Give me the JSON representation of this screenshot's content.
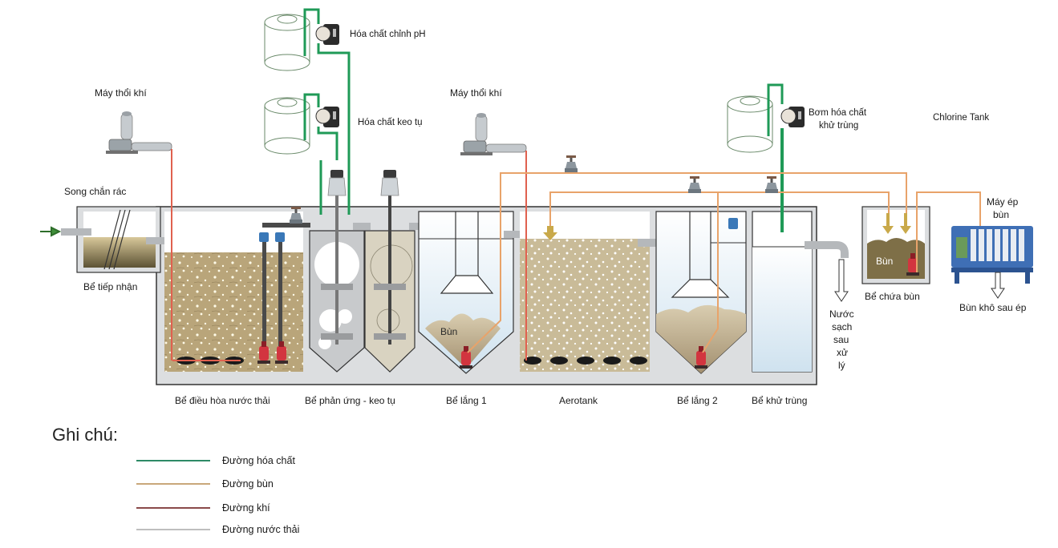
{
  "title": "Sơ đồ quy trình xử lý nước thải",
  "colors": {
    "chemical_line": "#1f9a57",
    "sludge_line": "#e8a36a",
    "air_line": "#e0614f",
    "wastewater_line": "#a8a8a8",
    "tank_wall": "#d9dadb",
    "water_blue": "#dbe9f3",
    "sludge": "#8c7a55"
  },
  "equipment": {
    "blower_1": "Máy thổi khí",
    "blower_2": "Máy thổi khí",
    "chem_ph": "Hóa chất chỉnh pH",
    "chem_coag": "Hóa chất keo tụ",
    "chem_disinfect_line1": "Bơm hóa chất",
    "chem_disinfect_line2": "khử trùng",
    "chlorine_tank": "Chlorine Tank",
    "screen": "Song chắn rác",
    "press_line1": "Máy ép",
    "press_line2": "bùn"
  },
  "tanks": {
    "receiving": "Bể tiếp nhận",
    "equalization": "Bể điều hòa nước thải",
    "reaction": "Bể phản ứng - keo tụ",
    "settling_1": "Bể lắng 1",
    "aerotank": "Aerotank",
    "settling_2": "Bể lắng 2",
    "disinfection": "Bể khử trùng",
    "sludge_storage": "Bể chứa bùn"
  },
  "annotations": {
    "sludge_1": "Bùn",
    "sludge_storage": "Bùn",
    "clean_water": [
      "Nước",
      "sạch",
      "sau",
      "xử",
      "lý"
    ],
    "dry_sludge": "Bùn khô sau ép"
  },
  "legend": {
    "title": "Ghi chú:",
    "items": [
      {
        "label": "Đường hóa chất",
        "color": "#2e8a66"
      },
      {
        "label": "Đường bùn",
        "color": "#c9a77a"
      },
      {
        "label": "Đường khí",
        "color": "#8a4a4a"
      },
      {
        "label": "Đường nước thải",
        "color": "#a8a8a8"
      }
    ]
  }
}
